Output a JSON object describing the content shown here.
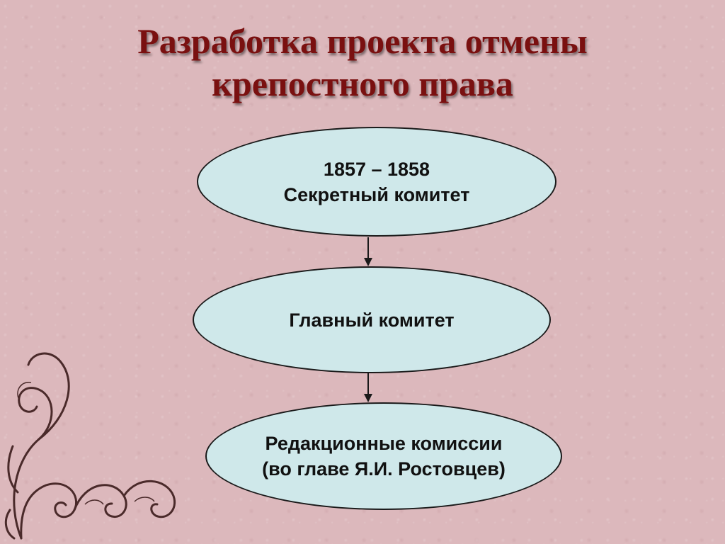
{
  "title": {
    "line1": "Разработка проекта отмены",
    "line2": "крепостного права"
  },
  "nodes": [
    {
      "line1": "1857 – 1858",
      "line2": "Секретный комитет"
    },
    {
      "line1": "Главный комитет"
    },
    {
      "line1": "Редакционные комиссии",
      "line2": "(во главе Я.И. Ростовцев)"
    }
  ],
  "colors": {
    "background": "#dcb8bc",
    "title": "#7a1010",
    "node_fill": "#cfe8ea",
    "outline": "#1a1a1a"
  }
}
